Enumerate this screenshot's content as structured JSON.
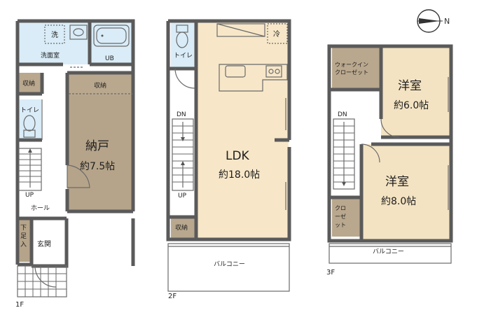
{
  "colors": {
    "ldk": "#f7e7c8",
    "room": "#f3e3c2",
    "storage": "#b9a88e",
    "nando": "#b5a48a",
    "wet": "#d9ecf7",
    "wall": "#5a5a5a"
  },
  "icons": [
    "compass-icon",
    "bathtub-icon",
    "toilet-icon",
    "sink-icon",
    "kitchen-sink-icon",
    "stove-icon",
    "stairs-icon"
  ],
  "floor1": {
    "label": "1F",
    "wash_mark": "洗",
    "washroom": "洗面室",
    "ub": "UB",
    "storage_small": "収納",
    "storage_top": "収納",
    "toilet": "トイレ",
    "nando": "納戸",
    "nando_area": "約7.5帖",
    "up": "UP",
    "hall": "ホール",
    "shoebox": "下足入",
    "entrance": "玄関"
  },
  "floor2": {
    "label": "2F",
    "fridge": "冷",
    "toilet": "トイレ",
    "dn": "DN",
    "up": "UP",
    "ldk": "LDK",
    "ldk_area": "約18.0帖",
    "storage": "収納",
    "balcony": "バルコニー"
  },
  "floor3": {
    "label": "3F",
    "walkin_line1": "ウォークイン",
    "walkin_line2": "クローゼット",
    "room1": "洋室",
    "room1_area": "約6.0帖",
    "dn": "DN",
    "room2": "洋室",
    "room2_area": "約8.0帖",
    "closet_col1": "クロ",
    "closet_col2": "ーゼ",
    "closet_col3": "ット",
    "balcony": "バルコニー"
  }
}
